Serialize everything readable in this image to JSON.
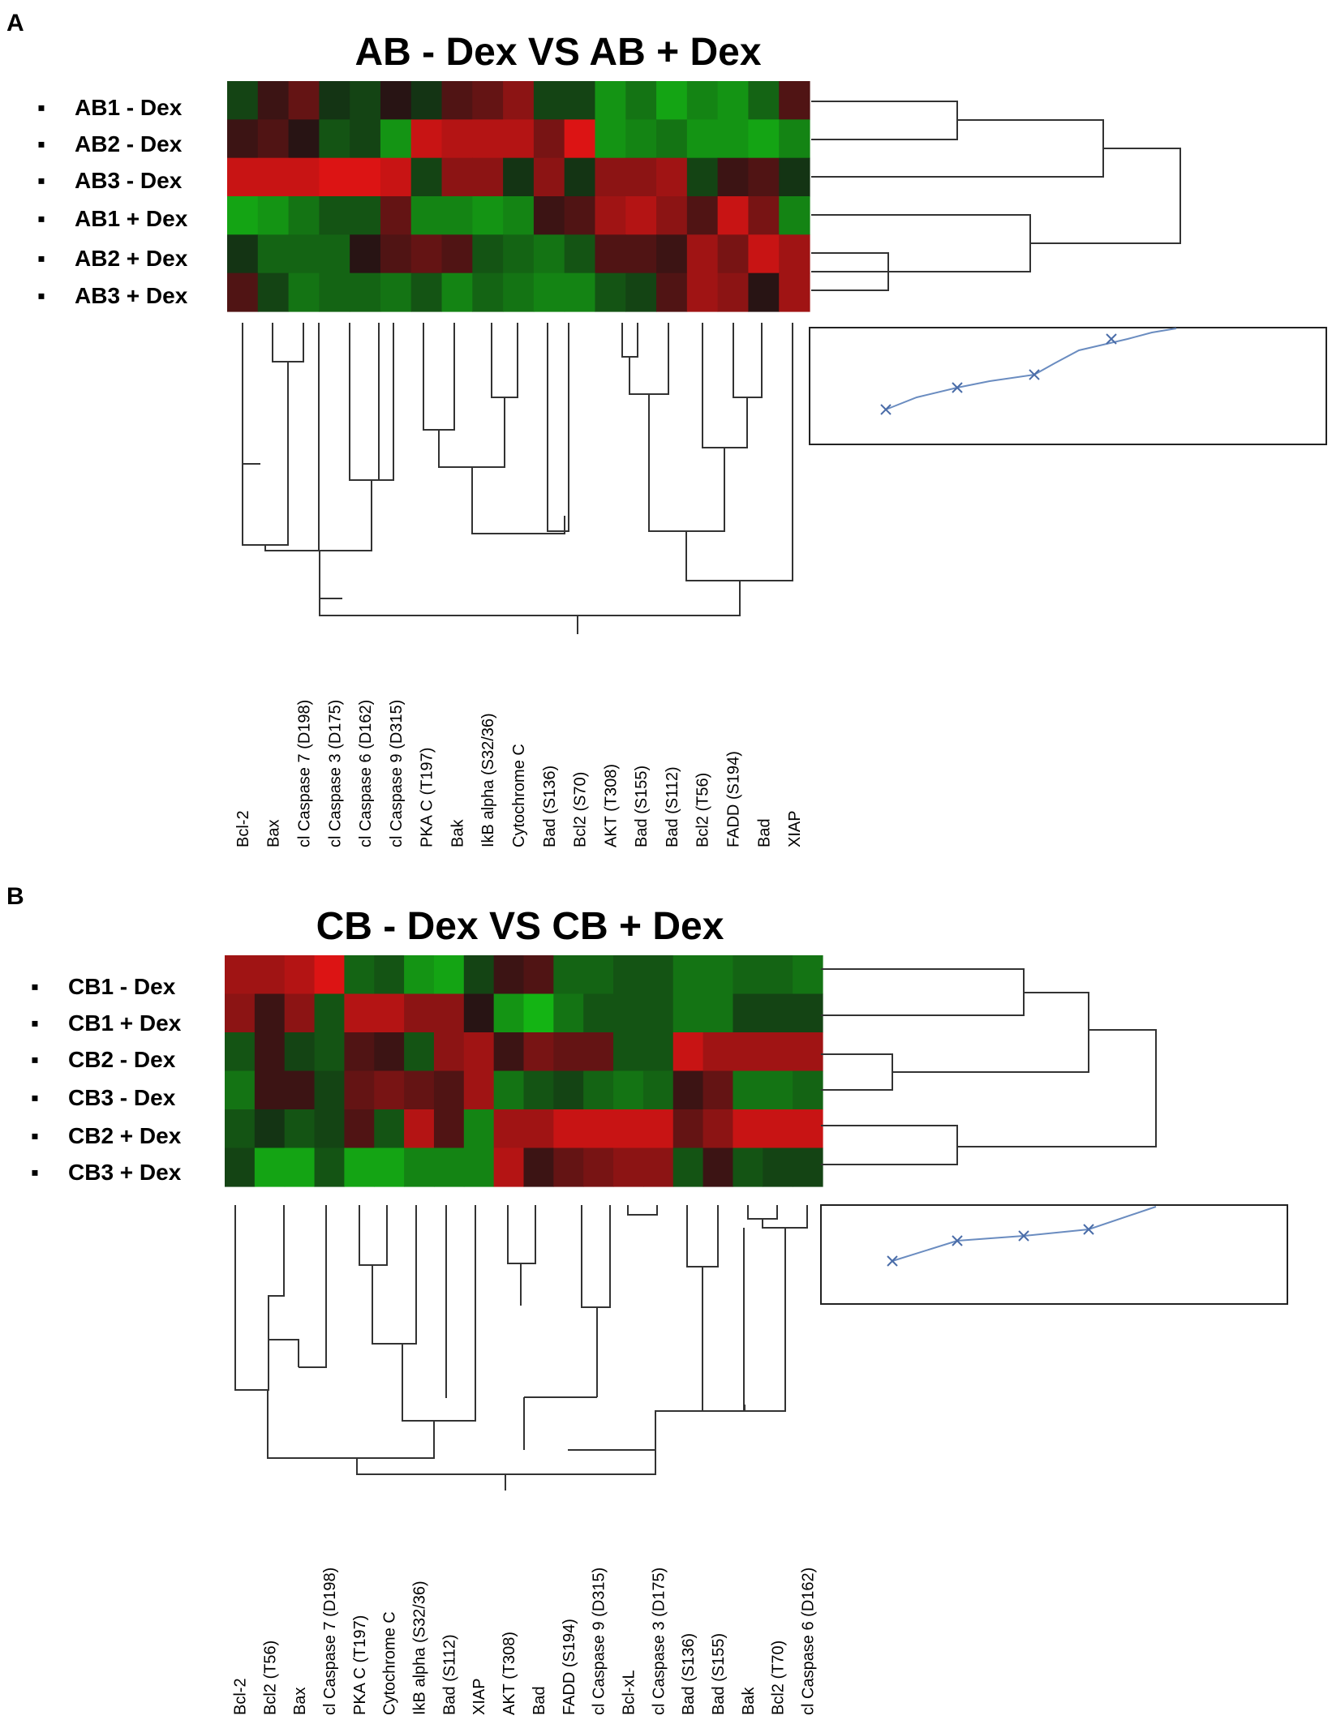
{
  "chart_data": [
    {
      "type": "heatmap",
      "panel": "A",
      "title": "AB - Dex VS AB + Dex",
      "rows": [
        "AB1 - Dex",
        "AB2 - Dex",
        "AB3 - Dex",
        "AB1 + Dex",
        "AB2 + Dex",
        "AB3 + Dex"
      ],
      "columns": [
        "Bcl-2",
        "Bax",
        "cl Caspase 7 (D198)",
        "cl Caspase 3 (D175)",
        "cl Caspase 6 (D162)",
        "cl Caspase 9 (D315)",
        "PKA C (T197)",
        "Bak",
        "IkB alpha (S32/36)",
        "Cytochrome C",
        "Bad (S136)",
        "Bcl2 (S70)",
        "AKT (T308)",
        "Bad (S155)",
        "Bad (S112)",
        "Bcl2 (T56)",
        "FADD (S194)",
        "Bad",
        "XIAP"
      ],
      "color_scale": {
        "low": "#14b414",
        "mid": "#141414",
        "high": "#dc1414"
      },
      "values": [
        [
          -0.3,
          0.2,
          0.4,
          -0.2,
          -0.3,
          0.1,
          -0.2,
          0.3,
          0.4,
          0.6,
          -0.3,
          -0.3,
          -0.8,
          -0.6,
          -0.9,
          -0.7,
          -0.8,
          -0.5,
          0.3
        ],
        [
          0.2,
          0.3,
          0.1,
          -0.4,
          -0.3,
          -0.8,
          0.9,
          0.8,
          0.8,
          0.8,
          0.5,
          1.0,
          -0.8,
          -0.7,
          -0.6,
          -0.8,
          -0.8,
          -0.9,
          -0.7
        ],
        [
          0.9,
          0.9,
          0.9,
          1.0,
          1.0,
          0.9,
          -0.3,
          0.6,
          0.6,
          -0.2,
          0.6,
          -0.2,
          0.6,
          0.6,
          0.7,
          -0.3,
          0.2,
          0.3,
          -0.2
        ],
        [
          -0.9,
          -0.8,
          -0.6,
          -0.4,
          -0.4,
          0.4,
          -0.7,
          -0.7,
          -0.8,
          -0.7,
          0.2,
          0.3,
          0.7,
          0.8,
          0.6,
          0.3,
          0.9,
          0.5,
          -0.7
        ],
        [
          -0.2,
          -0.5,
          -0.5,
          -0.5,
          0.1,
          0.3,
          0.4,
          0.3,
          -0.4,
          -0.5,
          -0.6,
          -0.4,
          0.3,
          0.3,
          0.2,
          0.7,
          0.5,
          0.9,
          0.7
        ],
        [
          0.3,
          -0.3,
          -0.6,
          -0.5,
          -0.5,
          -0.6,
          -0.4,
          -0.7,
          -0.5,
          -0.6,
          -0.7,
          -0.7,
          -0.4,
          -0.3,
          0.3,
          0.7,
          0.6,
          0.1,
          0.7
        ]
      ]
    },
    {
      "type": "heatmap",
      "panel": "B",
      "title": "CB - Dex VS CB + Dex",
      "rows": [
        "CB1 - Dex",
        "CB1 + Dex",
        "CB2 - Dex",
        "CB3 - Dex",
        "CB2 + Dex",
        "CB3 + Dex"
      ],
      "columns": [
        "Bcl-2",
        "Bcl2 (T56)",
        "Bax",
        "cl Caspase 7 (D198)",
        "PKA C (T197)",
        "Cytochrome C",
        "IkB alpha (S32/36)",
        "Bad (S112)",
        "XIAP",
        "AKT (T308)",
        "Bad",
        "FADD (S194)",
        "cl Caspase 9 (D315)",
        "Bcl-xL",
        "cl Caspase 3 (D175)",
        "Bad (S136)",
        "Bad (S155)",
        "Bak",
        "Bcl2 (T70)",
        "cl Caspase 6 (D162)"
      ],
      "color_scale": {
        "low": "#14b414",
        "mid": "#141414",
        "high": "#dc1414"
      },
      "values": [
        [
          0.7,
          0.7,
          0.8,
          1.0,
          -0.5,
          -0.4,
          -0.8,
          -0.9,
          -0.3,
          0.2,
          0.3,
          -0.5,
          -0.5,
          -0.4,
          -0.4,
          -0.6,
          -0.6,
          -0.5,
          -0.5,
          -0.6
        ],
        [
          0.6,
          0.2,
          0.6,
          -0.4,
          0.8,
          0.8,
          0.6,
          0.6,
          0.1,
          -0.8,
          -1.0,
          -0.6,
          -0.4,
          -0.4,
          -0.4,
          -0.6,
          -0.6,
          -0.3,
          -0.3,
          -0.3
        ],
        [
          -0.4,
          0.2,
          -0.3,
          -0.4,
          0.3,
          0.2,
          -0.4,
          0.6,
          0.7,
          0.2,
          0.5,
          0.4,
          0.4,
          -0.4,
          -0.4,
          0.9,
          0.7,
          0.7,
          0.7,
          0.7
        ],
        [
          -0.6,
          0.2,
          0.2,
          -0.3,
          0.4,
          0.5,
          0.4,
          0.3,
          0.7,
          -0.6,
          -0.4,
          -0.3,
          -0.5,
          -0.6,
          -0.5,
          0.2,
          0.4,
          -0.6,
          -0.6,
          -0.5
        ],
        [
          -0.4,
          -0.2,
          -0.4,
          -0.3,
          0.3,
          -0.4,
          0.8,
          0.3,
          -0.7,
          0.7,
          0.7,
          0.9,
          0.9,
          0.9,
          0.9,
          0.4,
          0.6,
          0.9,
          0.9,
          0.9
        ],
        [
          -0.3,
          -0.9,
          -0.9,
          -0.4,
          -0.9,
          -0.9,
          -0.7,
          -0.7,
          -0.7,
          0.8,
          0.2,
          0.4,
          0.5,
          0.6,
          0.6,
          -0.4,
          0.2,
          -0.4,
          -0.3,
          -0.3
        ]
      ]
    }
  ],
  "panels": [
    {
      "letter": "A",
      "row_labels": [
        "AB1 - Dex",
        "AB2 - Dex",
        "AB3 - Dex",
        "AB1 + Dex",
        "AB2 + Dex",
        "AB3 + Dex"
      ]
    },
    {
      "letter": "B",
      "row_labels": [
        "CB1 - Dex",
        "CB1 + Dex",
        "CB2 - Dex",
        "CB3 - Dex",
        "CB2 + Dex",
        "CB3 + Dex"
      ]
    }
  ],
  "marker_glyph": "▪"
}
